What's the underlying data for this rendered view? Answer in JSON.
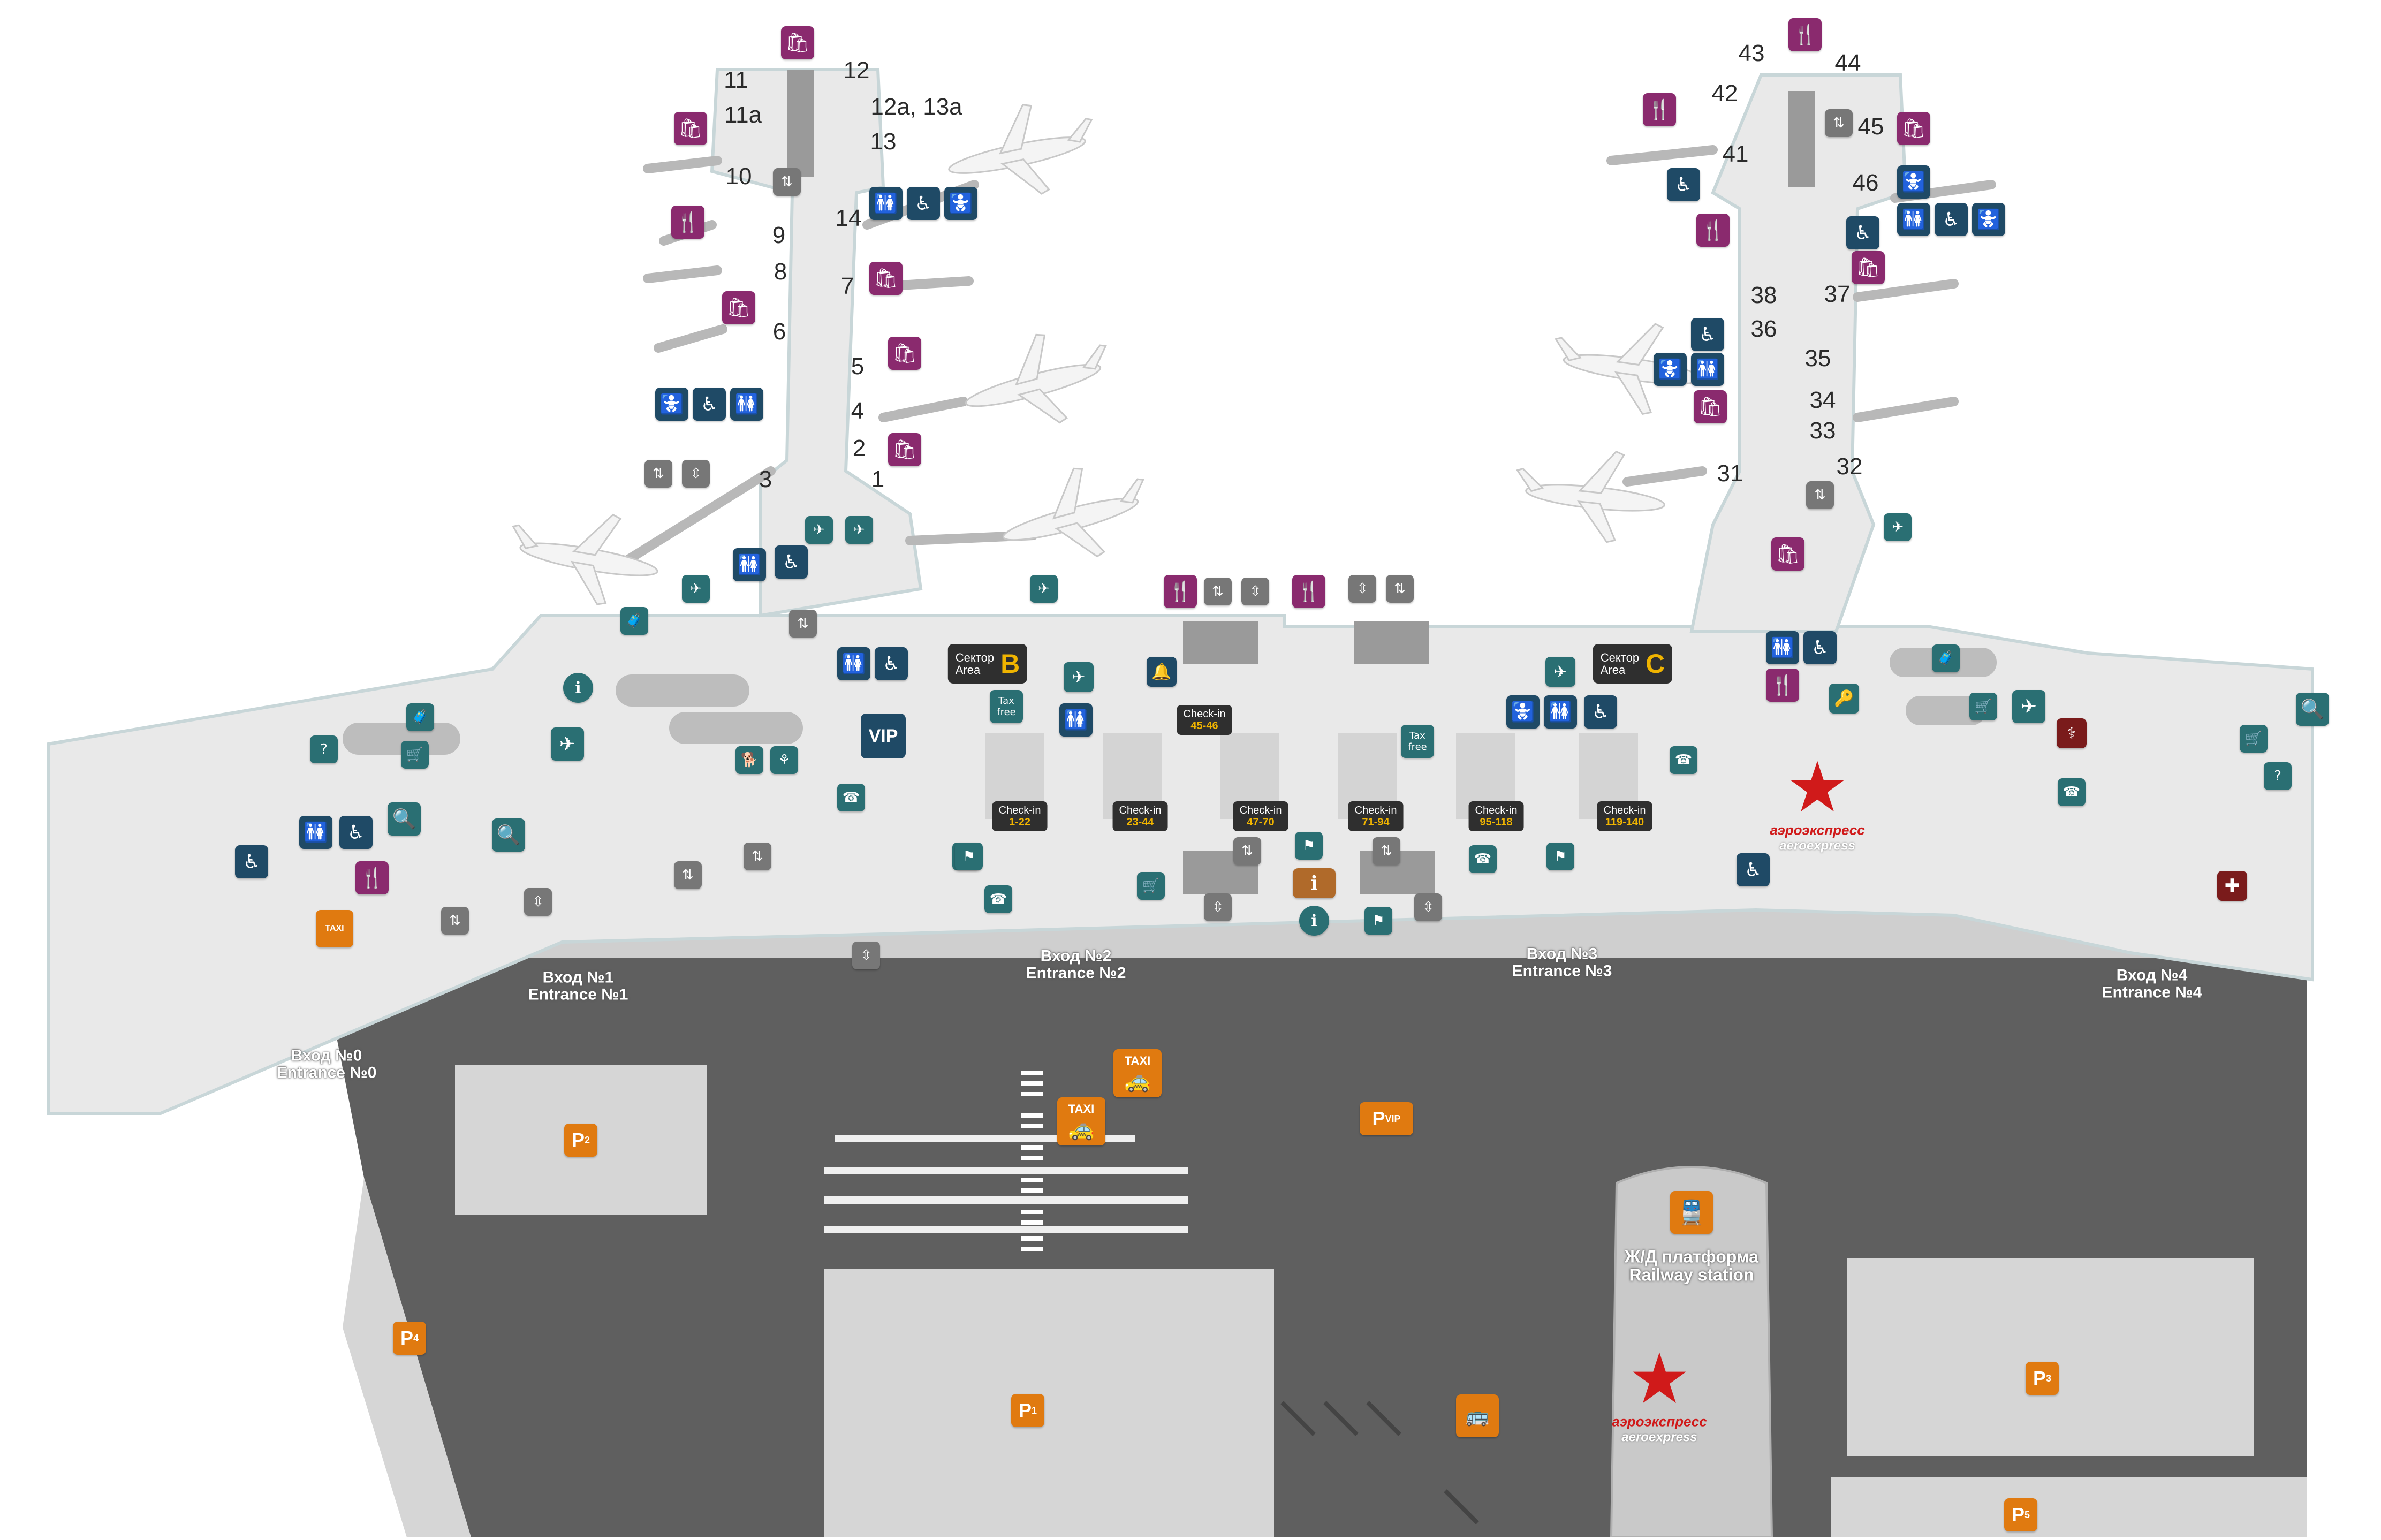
{
  "colors": {
    "shop": "#8a2a6e",
    "service_dark": "#1f4a66",
    "service_teal": "#2a6f73",
    "elevator_grey": "#777777",
    "parking_orange": "#e07a10",
    "first_aid": "#7a1b1b",
    "sector_letter": "#f0b400",
    "aeroexpress_red": "#d01a1a",
    "road": "#5f5f5f",
    "terminal_floor": "#e9e9e9"
  },
  "gates": {
    "g1": "1",
    "g2": "2",
    "g3": "3",
    "g4": "4",
    "g5": "5",
    "g6": "6",
    "g7": "7",
    "g8": "8",
    "g9": "9",
    "g10": "10",
    "g11": "11",
    "g11a": "11a",
    "g12": "12",
    "g12a13a": "12a, 13a",
    "g13": "13",
    "g14": "14",
    "g31": "31",
    "g32": "32",
    "g33": "33",
    "g34": "34",
    "g35": "35",
    "g36": "36",
    "g37": "37",
    "g38": "38",
    "g41": "41",
    "g42": "42",
    "g43": "43",
    "g44": "44",
    "g45": "45",
    "g46": "46"
  },
  "sectors": {
    "b": {
      "ru": "Сектор",
      "en": "Area",
      "letter": "B"
    },
    "c": {
      "ru": "Сектор",
      "en": "Area",
      "letter": "C"
    }
  },
  "checkin": [
    {
      "label": "Check-in",
      "range": "45-46"
    },
    {
      "label": "Check-in",
      "range": "1-22"
    },
    {
      "label": "Check-in",
      "range": "23-44"
    },
    {
      "label": "Check-in",
      "range": "47-70"
    },
    {
      "label": "Check-in",
      "range": "71-94"
    },
    {
      "label": "Check-in",
      "range": "95-118"
    },
    {
      "label": "Check-in",
      "range": "119-140"
    }
  ],
  "entrances": {
    "e0": {
      "ru": "Вход №0",
      "en": "Entrance №0"
    },
    "e1": {
      "ru": "Вход №1",
      "en": "Entrance №1"
    },
    "e2": {
      "ru": "Вход №2",
      "en": "Entrance №2"
    },
    "e3": {
      "ru": "Вход №3",
      "en": "Entrance №3"
    },
    "e4": {
      "ru": "Вход №4",
      "en": "Entrance №4"
    }
  },
  "vip_label": "VIP",
  "tax_free": {
    "line1": "Tax",
    "line2": "free"
  },
  "taxi_label": "TAXI",
  "railway": {
    "ru": "Ж/Д платформа",
    "en": "Railway station"
  },
  "aeroexpress": {
    "ru": "аэроэкспресс",
    "en": "aeroexpress"
  },
  "parking": {
    "p1": {
      "letter": "P",
      "sub": "1"
    },
    "p2": {
      "letter": "P",
      "sub": "2"
    },
    "p3": {
      "letter": "P",
      "sub": "3"
    },
    "p4": {
      "letter": "P",
      "sub": "4"
    },
    "p5": {
      "letter": "P",
      "sub": "5"
    },
    "pvip": {
      "letter": "P",
      "sub": "VIP"
    }
  },
  "icons": [
    "shop-bag-icon",
    "restaurant-icon",
    "toilets-icon",
    "wheelchair-icon",
    "baby-care-icon",
    "elevator-icon",
    "escalator-icon",
    "departures-icon",
    "arrivals-icon",
    "baggage-icon",
    "information-icon",
    "first-aid-icon",
    "taxi-icon",
    "bus-icon",
    "train-icon",
    "parking-icon",
    "barrier-icon",
    "airplane-icon"
  ]
}
